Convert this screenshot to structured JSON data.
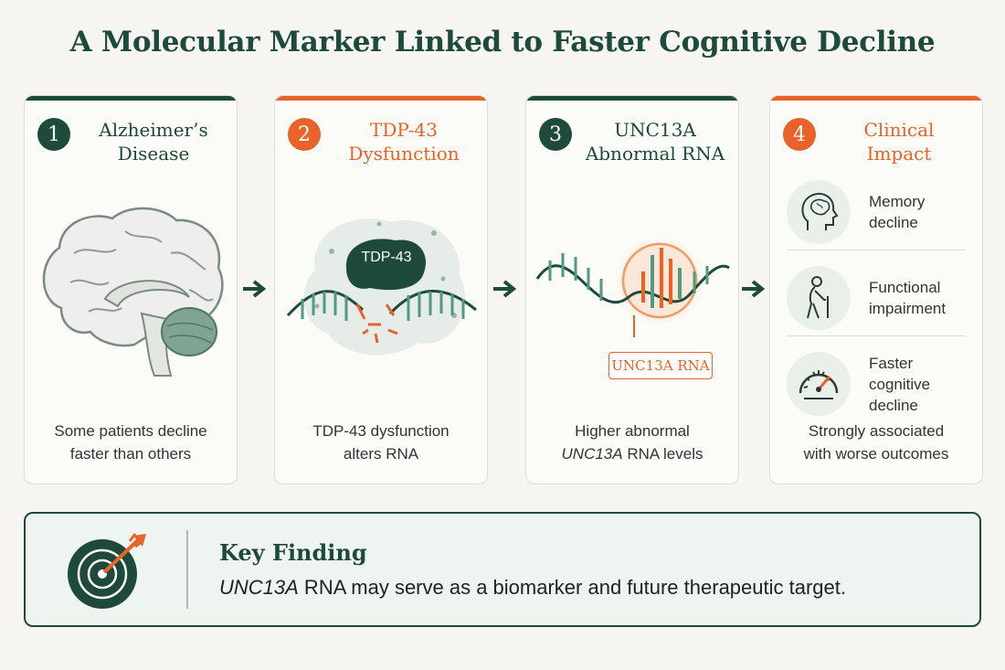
{
  "title": "A Molecular Marker Linked to Faster Cognitive Decline",
  "colors": {
    "green": "#1e4a3b",
    "orange": "#e8632a",
    "background": "#f6f5f1",
    "panel": "#fbfbf8"
  },
  "steps": [
    {
      "number": "1",
      "title_line1": "Alzheimer’s",
      "title_line2": "Disease",
      "accent": "green",
      "icon": "brain-icon",
      "caption_line1": "Some patients decline",
      "caption_line2": "faster than others"
    },
    {
      "number": "2",
      "title_line1": "TDP-43",
      "title_line2": "Dysfunction",
      "accent": "orange",
      "icon": "tdp43-rna-icon",
      "protein_label": "TDP-43",
      "caption_line1": "TDP-43 dysfunction",
      "caption_line2": "alters RNA"
    },
    {
      "number": "3",
      "title_line1": "UNC13A",
      "title_line2": "Abnormal RNA",
      "accent": "green",
      "icon": "rna-wave-icon",
      "rna_tag": "UNC13A RNA",
      "caption_line1": "Higher abnormal",
      "caption_line2_italic": "UNC13A",
      "caption_line2_rest": " RNA levels"
    },
    {
      "number": "4",
      "title_line1": "Clinical",
      "title_line2": "Impact",
      "accent": "orange",
      "impacts": [
        {
          "icon": "head-brain-icon",
          "label_line1": "Memory",
          "label_line2": "decline"
        },
        {
          "icon": "elderly-person-cane-icon",
          "label_line1": "Functional",
          "label_line2": "impairment"
        },
        {
          "icon": "speedometer-icon",
          "label_line1": "Faster",
          "label_line2": "cognitive",
          "label_line3": "decline"
        }
      ],
      "caption_line1": "Strongly associated",
      "caption_line2": "with worse outcomes"
    }
  ],
  "key_finding": {
    "icon": "target-arrow-icon",
    "title": "Key Finding",
    "text_italic": "UNC13A",
    "text_rest": " RNA may serve as a biomarker and future therapeutic target."
  }
}
